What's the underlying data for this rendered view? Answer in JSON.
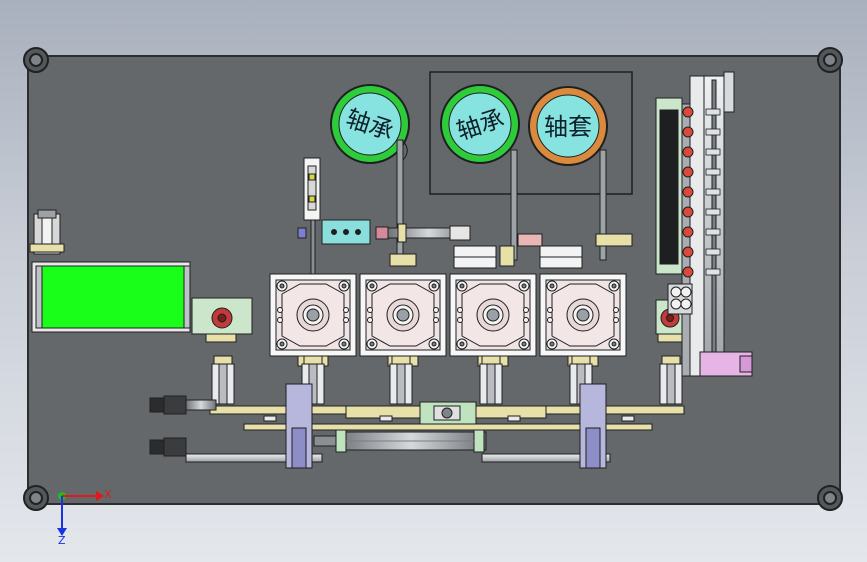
{
  "feeders": [
    {
      "label": "轴承",
      "ring_color": "#2ecc3a"
    },
    {
      "label": "轴承",
      "ring_color": "#2ecc3a"
    },
    {
      "label": "轴套",
      "ring_color": "#d98a3c"
    }
  ],
  "triad": {
    "x_label": "X",
    "z_label": "Z"
  },
  "colors": {
    "base_plate": "#65686b",
    "guard_green": "#19ff19",
    "bowl_fill": "#86e3e0",
    "stage_fill": "#f0e4e4"
  },
  "stations": 4
}
